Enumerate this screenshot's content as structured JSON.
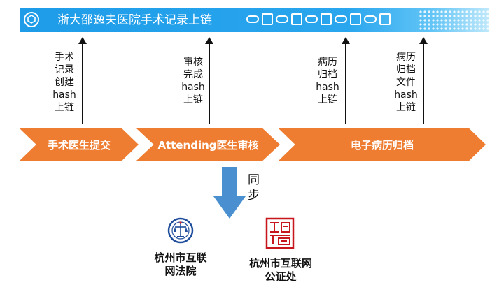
{
  "banner": {
    "title": "浙大邵逸夫医院手术记录上链",
    "logo_icon": "shield-logo-icon",
    "chain_icon": "blockchain-chain-icon",
    "color": "#1e9ce8"
  },
  "upload_labels": [
    {
      "lines": [
        "手术",
        "记录",
        "创建",
        "hash",
        "上链"
      ]
    },
    {
      "lines": [
        "审核",
        "完成",
        "hash",
        "上链"
      ]
    },
    {
      "lines": [
        "病历",
        "归档",
        "hash",
        "上链"
      ]
    },
    {
      "lines": [
        "病历",
        "归档",
        "文件",
        "hash",
        "上链"
      ]
    }
  ],
  "steps": [
    {
      "label": "手术医生提交"
    },
    {
      "label": "Attending医生审核"
    },
    {
      "label": "电子病历归档"
    }
  ],
  "step_color": "#ee7d31",
  "sync": {
    "label_line1": "同",
    "label_line2": "步",
    "arrow_color": "#4a90d0"
  },
  "orgs": [
    {
      "name_line1": "杭州市互联",
      "name_line2": "网法院",
      "icon": "court-emblem-icon"
    },
    {
      "name_line1": "杭州市互联网",
      "name_line2": "公证处",
      "icon": "notary-seal-icon"
    }
  ]
}
